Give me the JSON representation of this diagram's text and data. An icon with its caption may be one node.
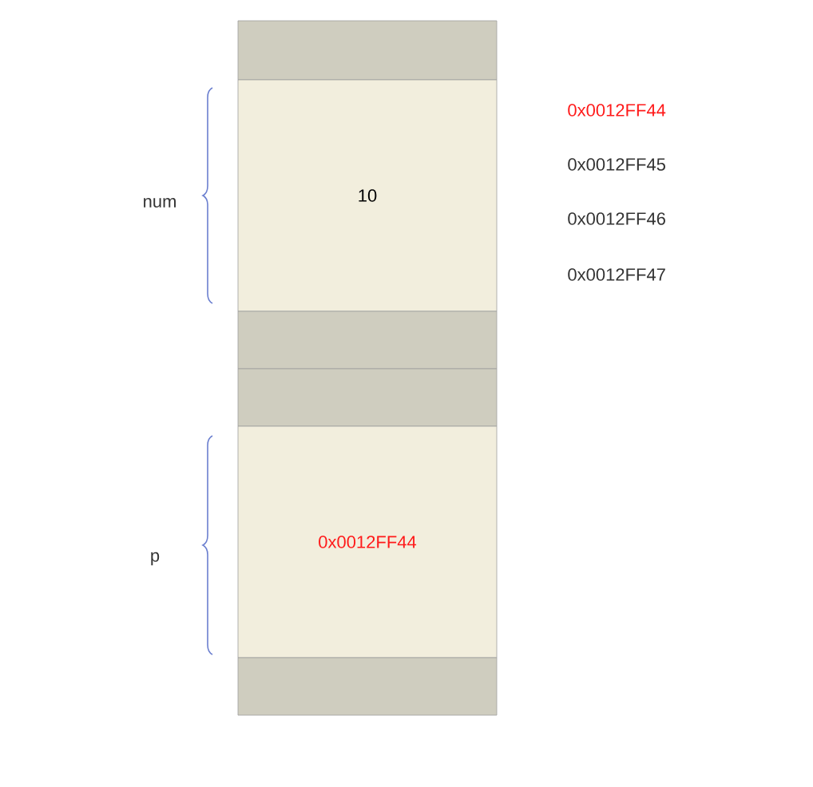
{
  "diagram": {
    "nodes": [
      {
        "text": [],
        "shape": "box"
      },
      {
        "text": [
          "10"
        ]
      },
      {
        "text": [],
        "shape": "box"
      },
      {
        "text": [],
        "shape": "box"
      },
      {
        "text": [
          "0x0012FF44"
        ]
      },
      {
        "text": [],
        "shape": "box"
      }
    ],
    "labels": [
      "num",
      "p",
      "0x0012FF44",
      "0x0012FF45",
      "0x0012FF46",
      "0x0012FF47"
    ]
  }
}
